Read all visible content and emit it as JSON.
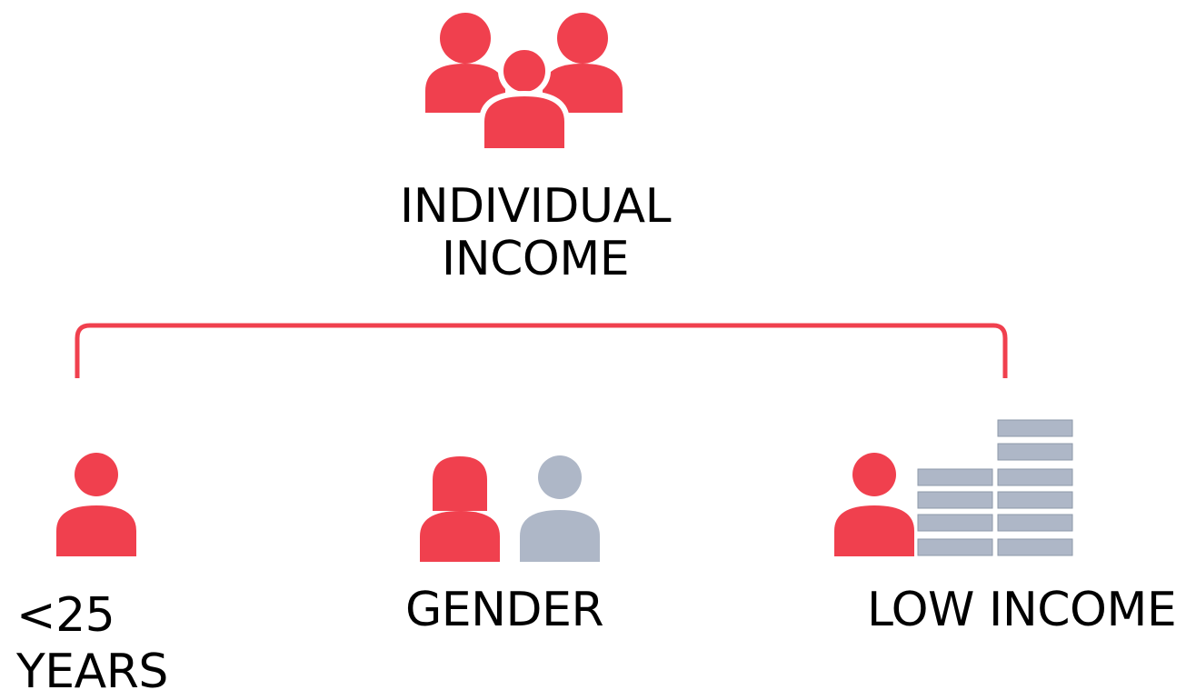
{
  "title": {
    "line1": "INDIVIDUAL",
    "line2": "INCOME"
  },
  "branches": [
    {
      "line1": "<25",
      "line2": "YEARS"
    },
    {
      "line1": "GENDER"
    },
    {
      "line1": "LOW INCOME"
    }
  ],
  "colors": {
    "accent": "#F0404E",
    "muted": "#AEB7C7",
    "text": "#000000"
  },
  "icons": {
    "top": "group-of-people-icon",
    "age": "person-icon",
    "gender": "woman-and-man-icon",
    "income": "person-with-stacked-coins-icon"
  }
}
